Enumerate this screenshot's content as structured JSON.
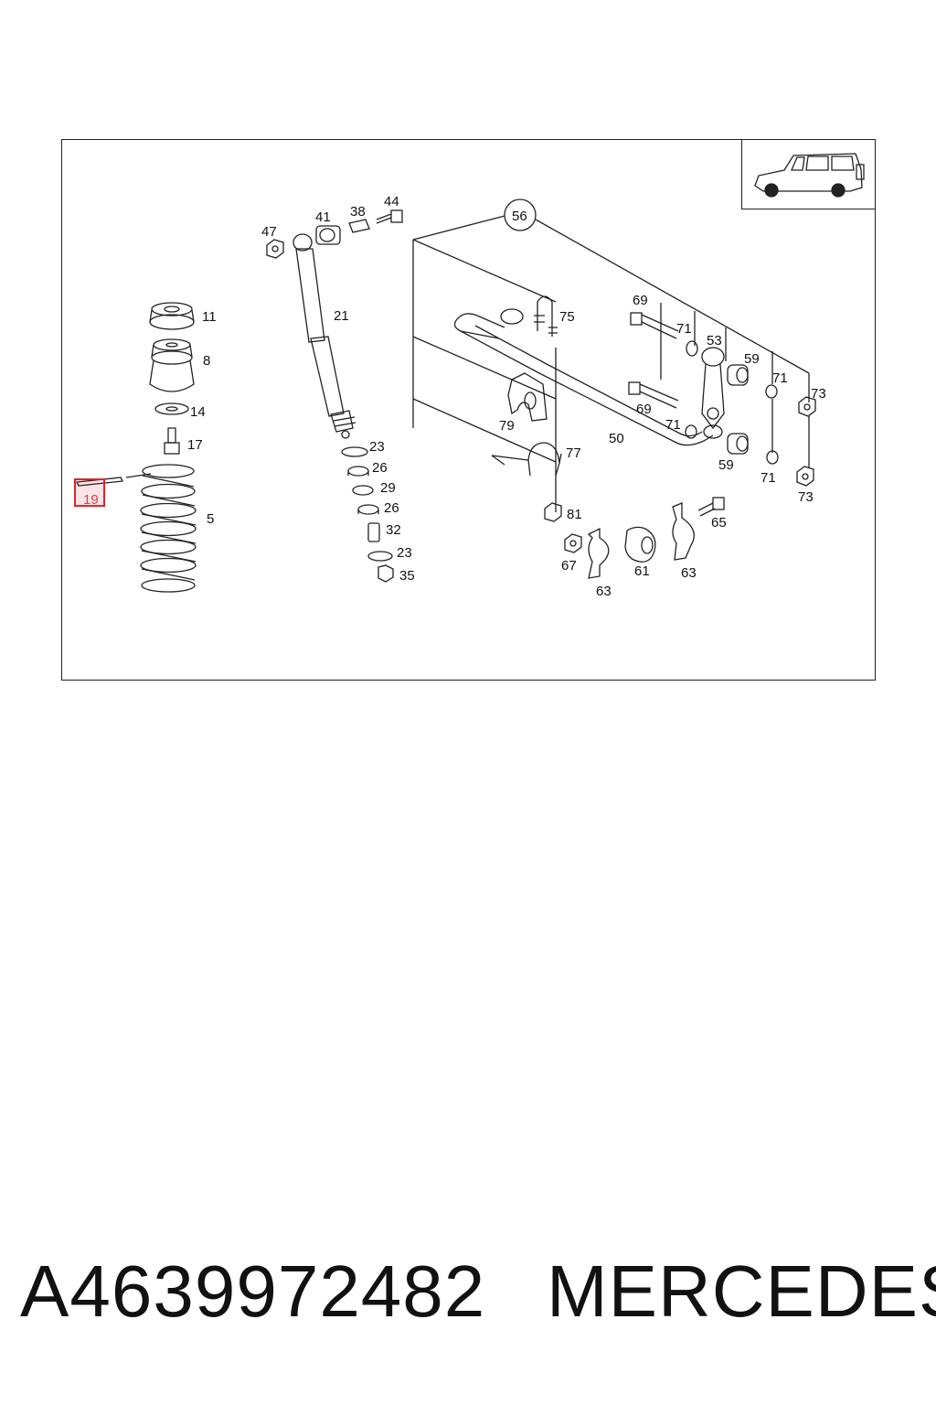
{
  "labels": {
    "l47": "47",
    "l41": "41",
    "l38": "38",
    "l44": "44",
    "l56": "56",
    "l11": "11",
    "l21": "21",
    "l8": "8",
    "l14": "14",
    "l17": "17",
    "l19": "19",
    "l5": "5",
    "l23a": "23",
    "l26a": "26",
    "l29": "29",
    "l26b": "26",
    "l32": "32",
    "l23b": "23",
    "l35": "35",
    "l75": "75",
    "l69a": "69",
    "l71a": "71",
    "l53": "53",
    "l59a": "59",
    "l71b": "71",
    "l73a": "73",
    "l69b": "69",
    "l71c": "71",
    "l79": "79",
    "l50": "50",
    "l77": "77",
    "l59b": "59",
    "l71d": "71",
    "l73b": "73",
    "l81": "81",
    "l65": "65",
    "l67": "67",
    "l61": "61",
    "l63a": "63",
    "l63b": "63"
  },
  "highlighted_part": "19",
  "highlight_color": "#e0232b",
  "footer": {
    "part_number": "A4639972482",
    "brand": "MERCEDES"
  },
  "icons": {
    "vehicle_thumbnail": "suv-icon"
  }
}
